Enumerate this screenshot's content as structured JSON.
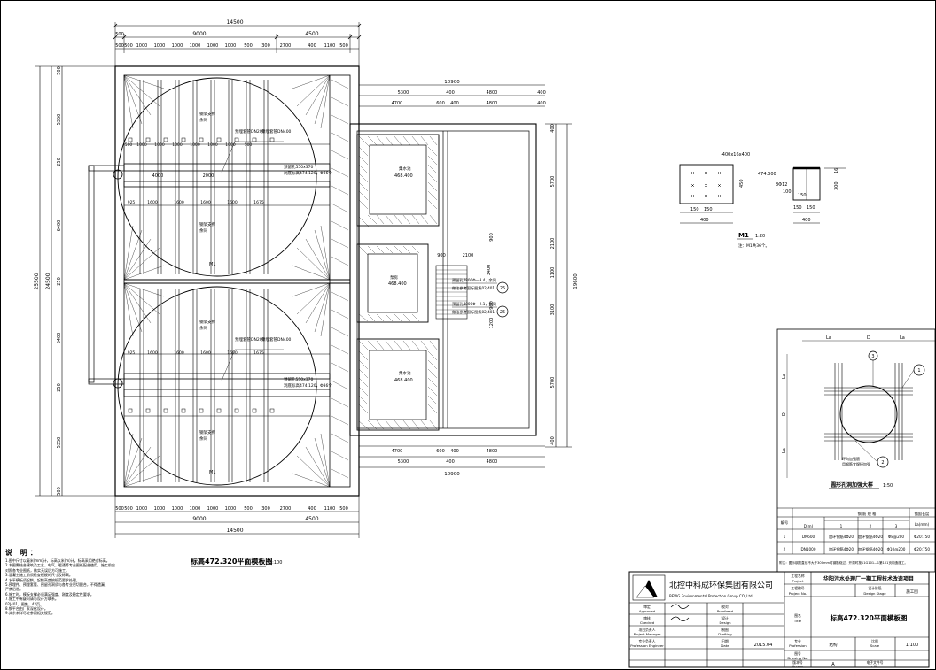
{
  "plan": {
    "title": "标高472.320平面模板图",
    "scale": "1:100",
    "overall_width": "14500",
    "sub_9000": "9000",
    "sub_4500": "4500",
    "row_segments": [
      "500",
      "500",
      "1000",
      "1000",
      "1000",
      "1000",
      "1000",
      "1000",
      "500",
      "300",
      "2700",
      "400",
      "1100",
      "500"
    ],
    "top_sub_500": "500",
    "overall_height": "25500",
    "inner_height": "24500",
    "left_segments": [
      "500",
      "5350",
      "250",
      "6400",
      "250",
      "6400",
      "250",
      "5350",
      "500"
    ],
    "beam_labels_a": [
      "4000",
      "2000"
    ],
    "beam_labels_b": [
      "925",
      "1600",
      "1600",
      "1600",
      "1600",
      "1675"
    ],
    "beam_labels_c": [
      "500",
      "1000",
      "1000",
      "1000",
      "1000",
      "1000",
      "1000",
      "500"
    ],
    "notes_pipe_1": "预埋套管DN200",
    "notes_pipe_2": "预埋套管DN400",
    "notes_hole": "预留孔550x370",
    "notes_elev": "洞底标高474.120，Φ36个",
    "support": "钢架支撑",
    "support2": "余同",
    "m1": "M1",
    "annex": {
      "top_total": "10900",
      "top_a": [
        "5300",
        "400",
        "4800",
        "400"
      ],
      "top_b": [
        "4700",
        "600",
        "400",
        "4800",
        "400"
      ],
      "right_height": "19600",
      "right_segments": [
        "400",
        "5700",
        "2100",
        "1100",
        "3100",
        "5700",
        "400"
      ],
      "inner_dims": [
        "900",
        "2100",
        "3400",
        "900",
        "1200",
        "900"
      ],
      "elev_1": "468.400",
      "elev_2": "468.400",
      "elev_3": "468.400",
      "room_1": "集水池",
      "room_2": "泵房",
      "room_3": "集水池",
      "callout_1": "预留孔4800Φ—3.4，余同",
      "callout_1b": "做法参考国标图集02J401",
      "callout_2": "预留孔4800Φ—2.1，余同",
      "callout_2b": "做法参考国标图集02J401",
      "num_25a": "25",
      "num_25b": "25"
    }
  },
  "m1_detail": {
    "title": "M1",
    "scale": "1:20",
    "note": "注：M1共36个。",
    "plate": "-400x16x400",
    "elev": "474.300",
    "dims": [
      "150",
      "150",
      "400",
      "150",
      "150",
      "400",
      "300",
      "16",
      "450",
      "150",
      "100"
    ],
    "bar": "8Φ12"
  },
  "hole_detail": {
    "title": "圆形孔洞加强大样",
    "scale": "1:50",
    "la": "La",
    "d": "D",
    "tag1": "1",
    "tag2": "2",
    "tag3": "3",
    "note_rebar": "环向加强筋",
    "note_rebar2": "用钢筋宜焊接加强"
  },
  "hole_table": {
    "col_no": "编号",
    "col_d": "D(m)",
    "col_group": "钢  筋  规  格",
    "col_la": "锚固长度",
    "col_la2": "La(mm)",
    "col_1": "1",
    "col_2": "2",
    "col_3": "3",
    "rows": [
      {
        "no": "1",
        "d": "DN600",
        "c1": "加环钢筋4Φ20",
        "c2": "加环钢筋4Φ20",
        "c3": "Φ8@200",
        "la": "Φ20:750"
      },
      {
        "no": "2",
        "d": "DN1000",
        "c1": "加环钢筋4Φ20",
        "c2": "加环钢筋4Φ20",
        "c3": "Φ10@200",
        "la": "Φ20:750"
      }
    ],
    "footnote": "附注：图示钢筋直径不大于300mm时钢筋绕过，开洞时按11G101—1第101页构造施工。"
  },
  "notes": {
    "heading": "说  明：",
    "lines": [
      "1.图中尺寸以毫米(mm)计，标高以米(m)计。标高采用绝对标高。",
      "2.本图需结合建筑及工艺、电气、暖通等专业图纸配合使用，施工前应",
      "  对照各专业图纸，核实无误后方可施工。",
      "3.混凝土施工前须检查模板的尺寸及标高。",
      "4.水平模板须起拱，起拱高度按规范要求处理。",
      "5.预埋件、预埋套管、预留孔洞须与各专业密切配合，不得遗漏、",
      "  严禁后凿。",
      "6.施工时，模板支撑必须满足强度、刚度及稳定性要求。",
      "7.施工中有疑问请与设计方联系。",
      "  02J401，图集、42页。",
      "8.钢平台由厂家深化设计。",
      "9.其余未详尽处参照相关规范。"
    ]
  },
  "title_block": {
    "company_cn": "北控中科成环保集团有限公司",
    "company_en": "BEWG Environmental Protection Group CO.,Ltd",
    "project_label": "工程名称",
    "project_label_en": "Project",
    "project_name": "华阳污水处理厂一期工程技术改造项目",
    "project_no_label": "工程编号",
    "project_no_label_en": "Project No.",
    "stage_label": "设计阶段",
    "stage_label_en": "Design Stage",
    "stage": "施工图",
    "title_label": "图名",
    "title_label_en": "Title",
    "title": "标高472.320平面模板图",
    "approved": "审定",
    "approved_en": "Approved",
    "checked": "审核",
    "checked_en": "Checked",
    "manager": "项目负责人",
    "manager_en": "Project Manager",
    "pro_eng": "专业负责人",
    "pro_eng_en": "Profession Engineer",
    "proofread": "校对",
    "proofread_en": "Proofread",
    "design": "设计",
    "design_en": "Design",
    "drafting": "制图",
    "drafting_en": "Drafting",
    "date_label": "日期",
    "date_label_en": "Date",
    "date": "2015.04",
    "profession_label": "专业",
    "profession_label_en": "Profession",
    "profession": "结构",
    "scale_label": "比例",
    "scale_label_en": "Scale",
    "scale": "1:100",
    "drawing_no_label": "图号",
    "drawing_no_label_en": "Drawing No.",
    "version_label": "版本号",
    "version_label_en": "Version",
    "version": "A",
    "efile_label": "电子文件号",
    "efile_label_en": "e.file"
  }
}
